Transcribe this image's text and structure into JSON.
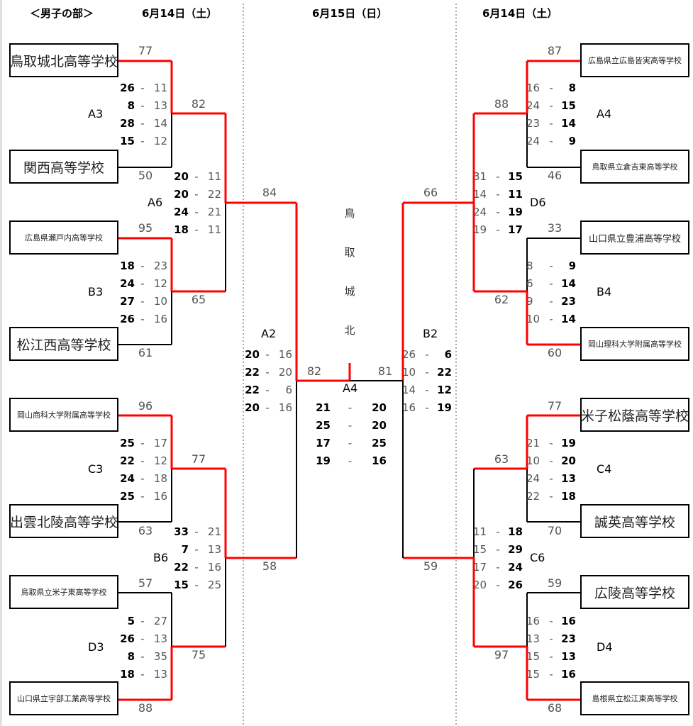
{
  "header": {
    "title": "＜男子の部＞",
    "date_left": "6月14日（土）",
    "date_center": "6月15日（日）",
    "date_right": "6月14日（土）"
  },
  "colors": {
    "winner_line": "#ff0000",
    "loser_line": "#000000",
    "divider": "#555555"
  },
  "center_label": [
    "鳥",
    "取",
    "城",
    "北"
  ],
  "teams": {
    "t1": "鳥取城北高等学校",
    "t2": "関西高等学校",
    "t3": "広島県瀬戸内高等学校",
    "t4": "松江西高等学校",
    "t5": "岡山商科大学附属高等学校",
    "t6": "出雲北陵高等学校",
    "t7": "鳥取県立米子東高等学校",
    "t8": "山口県立宇部工業高等学校",
    "t9": "広島県立広島皆実高等学校",
    "t10": "鳥取県立倉吉東高等学校",
    "t11": "山口県立豊浦高等学校",
    "t12": "岡山理科大学附属高等学校",
    "t13": "米子松蔭高等学校",
    "t14": "誠英高等学校",
    "t15": "広陵高等学校",
    "t16": "島根県立松江東高等学校"
  },
  "match_labels": {
    "A3": "A3",
    "B3": "B3",
    "C3": "C3",
    "D3": "D3",
    "A6": "A6",
    "B6": "B6",
    "A2": "A2",
    "A4": "A4",
    "B4": "B4",
    "C4": "C4",
    "D4": "D4",
    "D6": "D6",
    "C6": "C6",
    "B2": "B2",
    "A4_final": "A4"
  },
  "totals": {
    "t1": "77",
    "t2": "50",
    "t3": "95",
    "t4": "61",
    "t5": "96",
    "t6": "63",
    "t7": "57",
    "t8": "88",
    "A3": "82",
    "B3": "65",
    "C3": "77",
    "D3": "75",
    "A6": "84",
    "B6": "58",
    "A2": "82",
    "t9": "87",
    "t10": "46",
    "t11": "33",
    "t12": "60",
    "t13": "77",
    "t14": "70",
    "t15": "59",
    "t16": "68",
    "A4": "88",
    "B4": "62",
    "C4": "63",
    "D4": "97",
    "D6": "66",
    "C6": "59",
    "B2": "81"
  },
  "sets": {
    "A3": [
      [
        "26",
        "11"
      ],
      [
        "8",
        "13"
      ],
      [
        "28",
        "14"
      ],
      [
        "15",
        "12"
      ]
    ],
    "A6": [
      [
        "20",
        "11"
      ],
      [
        "20",
        "22"
      ],
      [
        "24",
        "21"
      ],
      [
        "18",
        "11"
      ]
    ],
    "B3": [
      [
        "18",
        "23"
      ],
      [
        "24",
        "12"
      ],
      [
        "27",
        "10"
      ],
      [
        "26",
        "16"
      ]
    ],
    "A2": [
      [
        "20",
        "16"
      ],
      [
        "22",
        "20"
      ],
      [
        "22",
        "6"
      ],
      [
        "20",
        "16"
      ]
    ],
    "C3": [
      [
        "25",
        "17"
      ],
      [
        "22",
        "12"
      ],
      [
        "24",
        "18"
      ],
      [
        "25",
        "16"
      ]
    ],
    "B6": [
      [
        "33",
        "21"
      ],
      [
        "7",
        "13"
      ],
      [
        "22",
        "16"
      ],
      [
        "15",
        "25"
      ]
    ],
    "D3": [
      [
        "5",
        "27"
      ],
      [
        "26",
        "13"
      ],
      [
        "8",
        "35"
      ],
      [
        "18",
        "13"
      ]
    ],
    "final": [
      [
        "21",
        "20"
      ],
      [
        "25",
        "20"
      ],
      [
        "17",
        "25"
      ],
      [
        "19",
        "16"
      ]
    ],
    "A4": [
      [
        "16",
        "8"
      ],
      [
        "24",
        "15"
      ],
      [
        "23",
        "14"
      ],
      [
        "24",
        "9"
      ]
    ],
    "D6": [
      [
        "31",
        "15"
      ],
      [
        "14",
        "11"
      ],
      [
        "24",
        "19"
      ],
      [
        "19",
        "17"
      ]
    ],
    "B4": [
      [
        "8",
        "9"
      ],
      [
        "6",
        "14"
      ],
      [
        "9",
        "23"
      ],
      [
        "10",
        "14"
      ]
    ],
    "B2": [
      [
        "26",
        "6"
      ],
      [
        "10",
        "22"
      ],
      [
        "14",
        "12"
      ],
      [
        "16",
        "19"
      ]
    ],
    "C4": [
      [
        "21",
        "19"
      ],
      [
        "10",
        "20"
      ],
      [
        "24",
        "13"
      ],
      [
        "22",
        "18"
      ]
    ],
    "C6": [
      [
        "11",
        "18"
      ],
      [
        "15",
        "29"
      ],
      [
        "17",
        "24"
      ],
      [
        "20",
        "26"
      ]
    ],
    "D4": [
      [
        "16",
        "16"
      ],
      [
        "13",
        "23"
      ],
      [
        "15",
        "13"
      ],
      [
        "15",
        "16"
      ]
    ]
  }
}
